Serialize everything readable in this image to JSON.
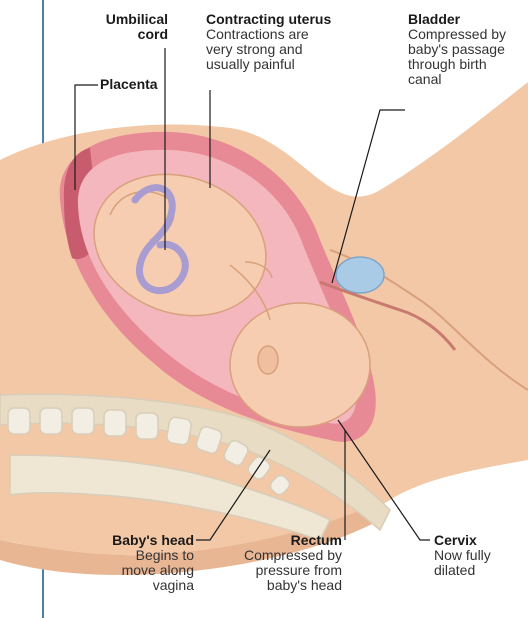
{
  "colors": {
    "rule": "#4f7ea8",
    "skin": "#f3c8a6",
    "skin_dark": "#d9a07c",
    "uterus": "#e88a96",
    "uterus_inner": "#f4b7bd",
    "baby": "#f6cdb0",
    "spine": "#f2eee4",
    "bladder": "#a9cbe6",
    "cord": "#a99cd0",
    "leader": "#1a1a1a"
  },
  "labels": {
    "umbilical_cord": {
      "title_line1": "Umbilical",
      "title_line2": "cord"
    },
    "contracting_uterus": {
      "title": "Contracting uterus",
      "line1": "Contractions are",
      "line2": "very strong and",
      "line3": "usually painful"
    },
    "bladder": {
      "title": "Bladder",
      "line1": "Compressed by",
      "line2": "baby's passage",
      "line3": "through birth",
      "line4": "canal"
    },
    "placenta": {
      "title": "Placenta"
    },
    "babys_head": {
      "title": "Baby's head",
      "line1": "Begins to",
      "line2": "move along",
      "line3": "vagina"
    },
    "rectum": {
      "title": "Rectum",
      "line1": "Compressed by",
      "line2": "pressure from",
      "line3": "baby's head"
    },
    "cervix": {
      "title": "Cervix",
      "line1": "Now fully",
      "line2": "dilated"
    }
  }
}
